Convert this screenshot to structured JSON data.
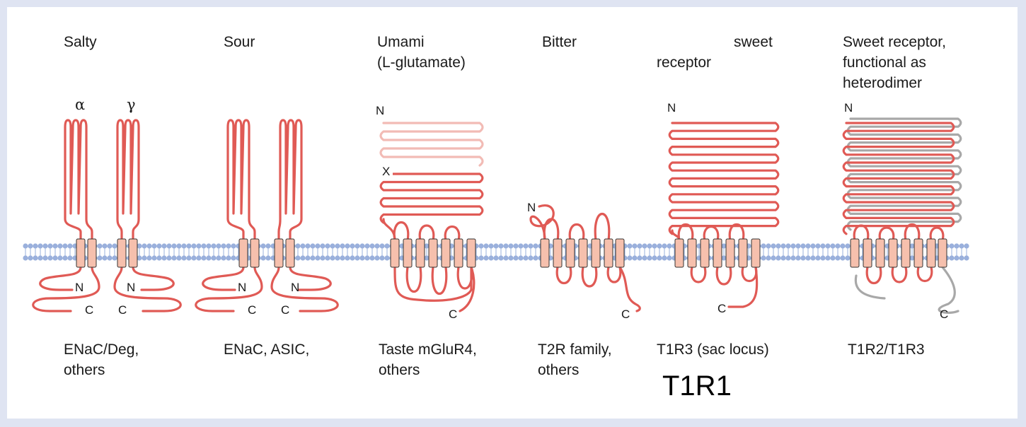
{
  "colors": {
    "strand": "#e05a55",
    "strand_light": "#f2bbb5",
    "strand_gray": "#a8a8a8",
    "tm_fill": "#f6c0ad",
    "membrane": "#9ab0dc",
    "frame_bg": "#dfe4f2"
  },
  "panels": [
    {
      "title_lines": [
        "Salty"
      ],
      "footer_lines": [
        "ENaC/Deg,",
        "others"
      ],
      "subunit_a": "α",
      "subunit_b": "γ",
      "n_a": "N",
      "c_a": "C",
      "n_b": "N",
      "c_b": "C"
    },
    {
      "title_lines": [
        "Sour"
      ],
      "footer_lines": [
        "ENaC, ASIC,"
      ],
      "n_a": "N",
      "c_a": "C",
      "n_b": "N",
      "c_b": "C"
    },
    {
      "title_lines": [
        "Umami",
        "(L-glutamate)"
      ],
      "footer_lines": [
        "Taste mGluR4,",
        "others"
      ],
      "n": "N",
      "x": "X",
      "c": "C"
    },
    {
      "title_lines": [
        "Bitter"
      ],
      "footer_lines": [
        "T2R family,",
        "others"
      ],
      "n": "N",
      "c": "C"
    },
    {
      "title_lines": [
        "sweet",
        "receptor"
      ],
      "footer_lines": [
        "T1R3 (sac locus)"
      ],
      "n": "N",
      "c": "C"
    },
    {
      "title_lines": [
        "Sweet receptor,",
        "functional as",
        "heterodimer"
      ],
      "footer_lines": [
        "T1R2/T1R3"
      ],
      "n": "N",
      "c": "C"
    }
  ],
  "extra_label": "T1R1"
}
